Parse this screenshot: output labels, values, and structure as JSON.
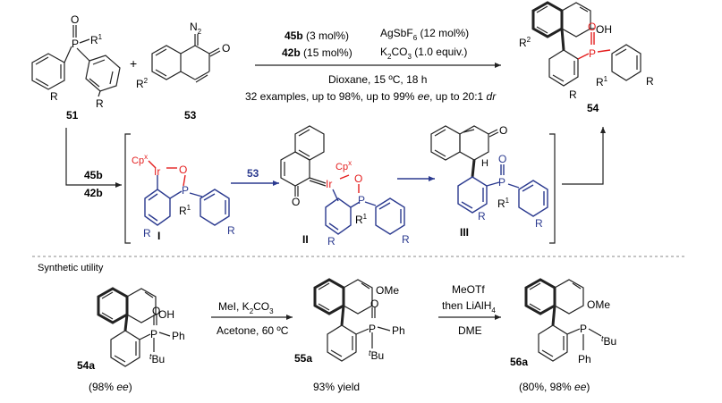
{
  "compounds": {
    "c51": "51",
    "c53": "53",
    "c54": "54",
    "c54a": "54a",
    "c55a": "55a",
    "c56a": "56a",
    "int1": "I",
    "int2": "II",
    "int3": "III"
  },
  "atoms": {
    "O": "O",
    "P": "P",
    "R": "R",
    "R1": "R",
    "R1_sup": "1",
    "R2": "R",
    "R2_sup": "2",
    "N2": "N",
    "N2_sub": "2",
    "OH": "OH",
    "H": "H",
    "Ir": "Ir",
    "Cp": "Cp",
    "Cp_sup": "x",
    "OMe": "OMe",
    "Ph": "Ph",
    "tBu_t": "t",
    "tBu_Bu": "Bu"
  },
  "plus_sign": "+",
  "conditions": {
    "cat1_label": "45b",
    "cat1_amount": " (3 mol%)",
    "cat2_label": "42b",
    "cat2_amount": " (15 mol%)",
    "additive1": "AgSbF",
    "additive1_sub": "6",
    "additive1_amount": " (12 mol%)",
    "additive2": "K",
    "additive2_sub": "2",
    "additive2_rest": "CO",
    "additive2_sub2": "3",
    "additive2_amount": " (1.0 equiv.)",
    "solvent": "Dioxane, 15 ºC, 18 h",
    "scope_part1": "32 examples, up to 98%, up to 99% ",
    "scope_ee": "ee",
    "scope_part2": ", up to 20:1 ",
    "scope_dr": "dr"
  },
  "mechanism": {
    "step1_a": "45b",
    "step1_b": "42b",
    "step2": "53"
  },
  "synthetic_utility": {
    "title": "Synthetic utility",
    "step1_reagent": "MeI, K",
    "step1_sub": "2",
    "step1_rest": "CO",
    "step1_sub2": "3",
    "step1_solvent": "Acetone, 60 ºC",
    "step2_reagent1": "MeOTf",
    "step2_reagent2": "then LiAlH",
    "step2_sub": "4",
    "step2_solvent": "DME",
    "ee54a_open": "(98% ",
    "ee54a_ee": "ee",
    "ee54a_close": ")",
    "yield55a": "93% yield",
    "ee56a_open": "(80%, 98% ",
    "ee56a_ee": "ee",
    "ee56a_close": ")"
  },
  "colors": {
    "iridium_red": "#e41e1e",
    "ligand_blue": "#2b3a8f"
  }
}
